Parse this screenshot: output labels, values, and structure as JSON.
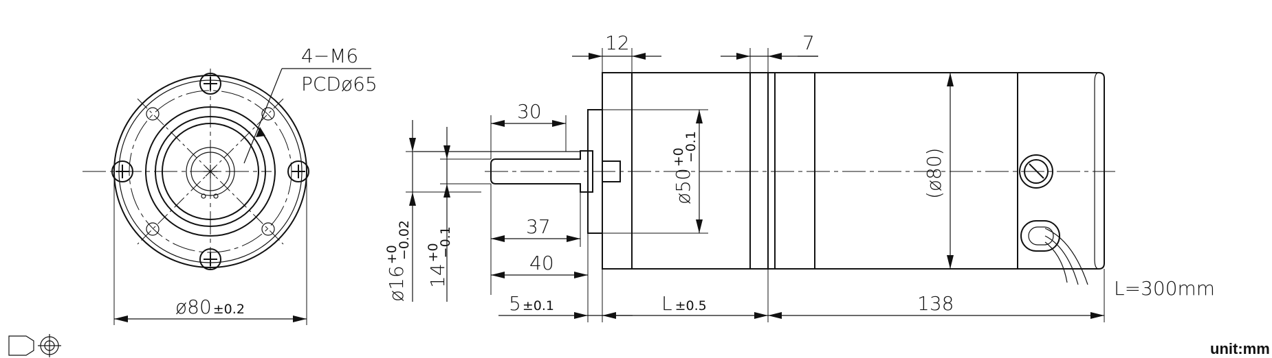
{
  "front_view": {
    "hole_spec": "4−M6",
    "pcd": "PCDø65",
    "diameter_base": "ø80",
    "diameter_tol": "±0.2"
  },
  "side_view": {
    "flange_len": "12",
    "gap_len": "7",
    "shaft_len_30": "30",
    "shaft_len_37": "37",
    "shaft_len_40": "40",
    "pilot_len": "5",
    "pilot_tol": "±0.1",
    "gearbox_len": "L",
    "gearbox_tol": "±0.5",
    "motor_len": "138",
    "shaft_dia_base": "ø16",
    "shaft_dia_tol_up": "+0",
    "shaft_dia_tol_dn": "−0.02",
    "flat_base": "14",
    "flat_tol_up": "+0",
    "flat_tol_dn": "−0.1",
    "pilot_dia_base": "ø50",
    "pilot_dia_tol_up": "+0",
    "pilot_dia_tol_dn": "−0.1",
    "body_dia": "(ø80)",
    "cable_len": "L=300mm"
  },
  "unit_label": "unit:mm"
}
